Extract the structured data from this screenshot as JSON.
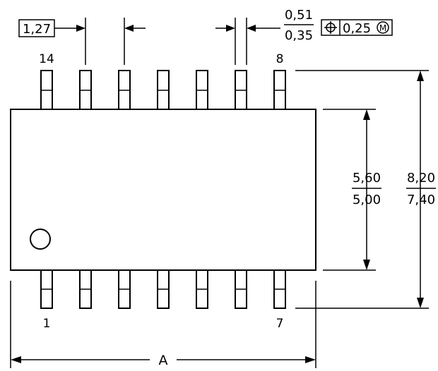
{
  "pins": {
    "top_left_label": "14",
    "top_right_label": "8",
    "bottom_left_label": "1",
    "bottom_right_label": "7",
    "count_per_side": 7
  },
  "dimensions": {
    "pitch": "1,27",
    "lead_width_max": "0,51",
    "lead_width_min": "0,35",
    "position_tolerance": "0,25",
    "body_width_max": "5,60",
    "body_width_min": "5,00",
    "overall_width_max": "8,20",
    "overall_width_min": "7,40",
    "length": "A"
  },
  "icons": {
    "position_symbol": "position-tolerance-icon",
    "mmc_symbol": "maximum-material-condition-icon",
    "pin1_marker": "pin1-dot-icon"
  }
}
